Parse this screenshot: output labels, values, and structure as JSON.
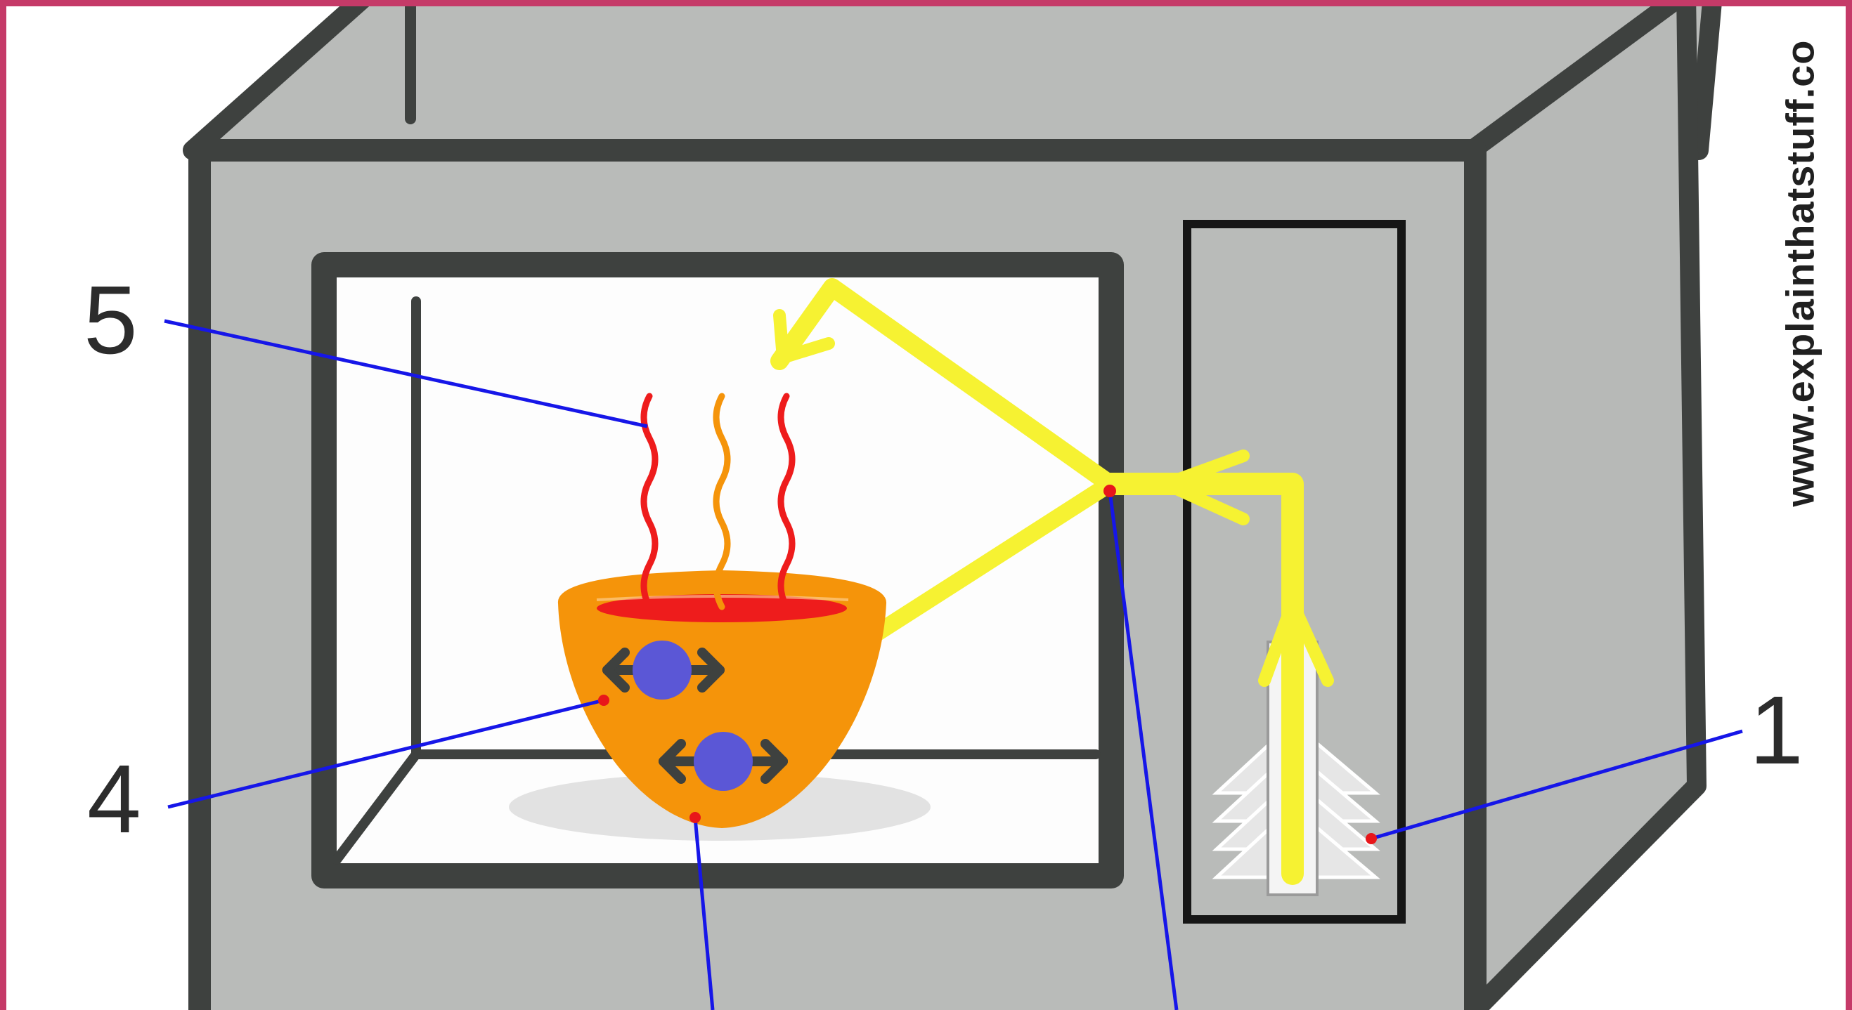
{
  "diagram": {
    "labels": [
      {
        "id": "1",
        "text": "1"
      },
      {
        "id": "4",
        "text": "4"
      },
      {
        "id": "5",
        "text": "5"
      }
    ],
    "watermark": "www.explainthatstuff.co"
  },
  "colors": {
    "frame": "#c53a68",
    "oven_body": "#b9bbb9",
    "outline": "#3e413f",
    "bowl": "#f5940a",
    "soup": "#ee1c1c",
    "microwave_beam": "#f6f232",
    "molecule": "#5b57d6",
    "leader_line": "#1616e8",
    "marker_dot": "#e8161a"
  }
}
